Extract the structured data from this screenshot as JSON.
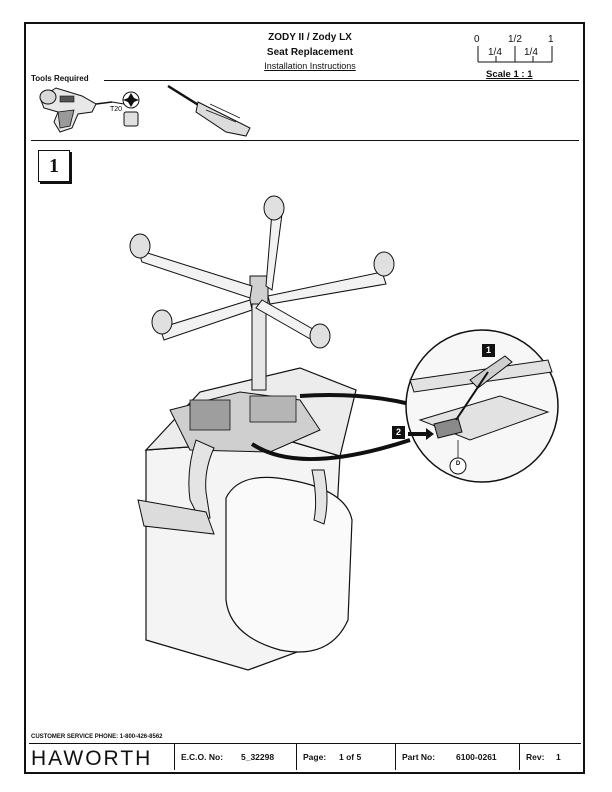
{
  "header": {
    "title_line1": "ZODY II / Zody LX",
    "title_line2": "Seat Replacement",
    "title_line3": "Installation Instructions"
  },
  "scale": {
    "top_labels": [
      "0",
      "1/2",
      "1"
    ],
    "bottom_labels": [
      "1/4",
      "1/4"
    ],
    "caption": "Scale 1 : 1"
  },
  "tools": {
    "label": "Tools Required",
    "bit_label": "T20"
  },
  "step": {
    "number": "1",
    "callout_1": "1",
    "callout_2": "2",
    "detail_label": "D"
  },
  "contact": {
    "phone": "CUSTOMER SERVICE PHONE: 1-800-426-8562"
  },
  "footer": {
    "brand": "HAWORTH",
    "eco_label": "E.C.O. No:",
    "eco_value": "5_32298",
    "page_label": "Page:",
    "page_value": "1 of 5",
    "part_label": "Part No:",
    "part_value": "6100-0261",
    "rev_label": "Rev:",
    "rev_value": "1"
  }
}
